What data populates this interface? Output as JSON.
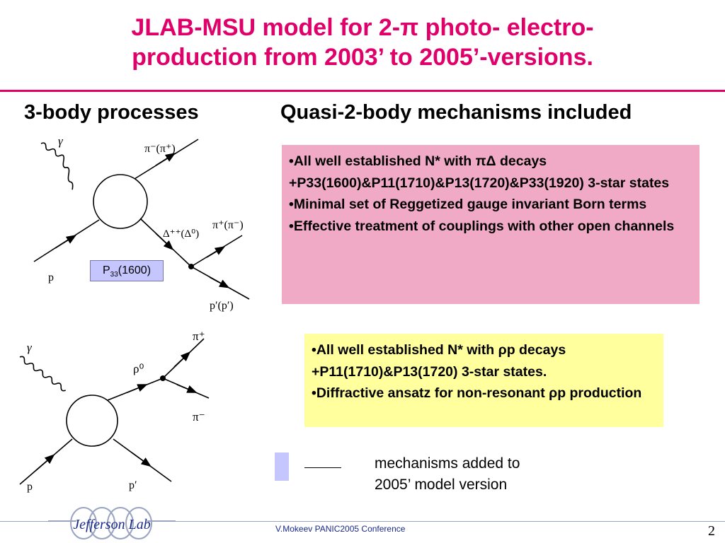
{
  "title": {
    "line1": "JLAB-MSU model for 2-π  photo- electro-",
    "line2": "production from 2003’ to 2005’-versions."
  },
  "columns": {
    "left_heading": "3-body processes",
    "right_heading": "Quasi-2-body mechanisms included"
  },
  "diagram_top": {
    "labels": {
      "gamma": "γ",
      "pi_out": "π⁻(π⁺)",
      "delta": "Δ⁺⁺(Δ⁰)",
      "pi_from_delta": "π⁺(π⁻)",
      "proton_in": "p",
      "proton_out": "p′(p′)"
    },
    "tag_main": "P",
    "tag_sub": "33",
    "tag_rest": "(1600)"
  },
  "diagram_bottom": {
    "labels": {
      "gamma": "γ",
      "rho": "ρ⁰",
      "pi_plus": "π⁺",
      "pi_minus": "π⁻",
      "proton_in": "p",
      "proton_out": "p′"
    }
  },
  "pink_box": {
    "items": [
      "•All well established N* with πΔ decays +P33(1600)&P11(1710)&P13(1720)&P33(1920) 3-star states",
      "•Minimal set of Reggetized gauge invariant Born terms",
      "•Effective treatment of couplings with other open channels"
    ]
  },
  "yellow_box": {
    "items": [
      "•All well established N* with ρp decays +P11(1710)&P13(1720) 3-star states.",
      "•Diffractive ansatz for non-resonant ρp production"
    ]
  },
  "legend": {
    "line1": "mechanisms added to",
    "line2": "2005’ model version"
  },
  "footer": {
    "text": "V.Mokeev  PANIC2005 Conference",
    "page_number": "2",
    "logo_text": "Jefferson Lab"
  },
  "colors": {
    "title": "#e0006a",
    "pink_box": "#f0aac6",
    "yellow_box": "#ffff9e",
    "legend_swatch": "#c6c6ff"
  }
}
